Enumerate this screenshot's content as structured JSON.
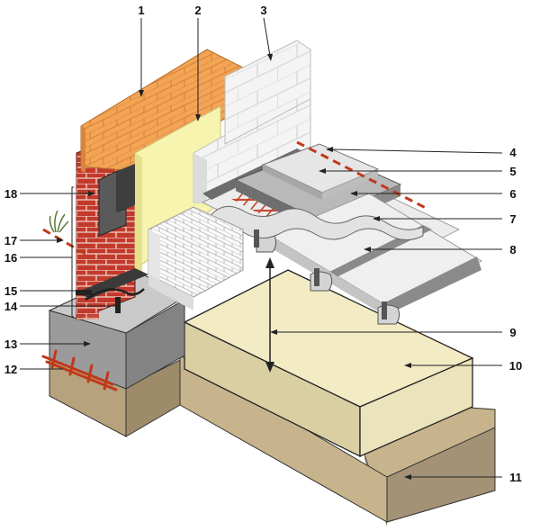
{
  "callouts": [
    {
      "id": "1",
      "text": "1"
    },
    {
      "id": "2",
      "text": "2"
    },
    {
      "id": "3",
      "text": "3"
    },
    {
      "id": "4",
      "text": "4"
    },
    {
      "id": "5",
      "text": "5"
    },
    {
      "id": "6",
      "text": "6"
    },
    {
      "id": "7",
      "text": "7"
    },
    {
      "id": "8",
      "text": "8"
    },
    {
      "id": "9",
      "text": "9"
    },
    {
      "id": "10",
      "text": "10"
    },
    {
      "id": "11",
      "text": "11"
    },
    {
      "id": "12",
      "text": "12"
    },
    {
      "id": "13",
      "text": "13"
    },
    {
      "id": "14",
      "text": "14"
    },
    {
      "id": "15",
      "text": "15"
    },
    {
      "id": "16",
      "text": "16"
    },
    {
      "id": "17",
      "text": "17"
    },
    {
      "id": "18",
      "text": "18"
    }
  ],
  "colors": {
    "brick_orange": "#f3a555",
    "brick_red": "#c23a2c",
    "insulation_yellow": "#f7f4b0",
    "block_white": "#f2f2f2",
    "soil_dark": "#8e7f66",
    "soil_light": "#c8b48c",
    "sand_fill": "#f2ebc4",
    "concrete": "#9b9b9b",
    "rebar": "#c0391b",
    "screed_grey": "#7a7a7a",
    "damp_line": "#c0391b"
  }
}
